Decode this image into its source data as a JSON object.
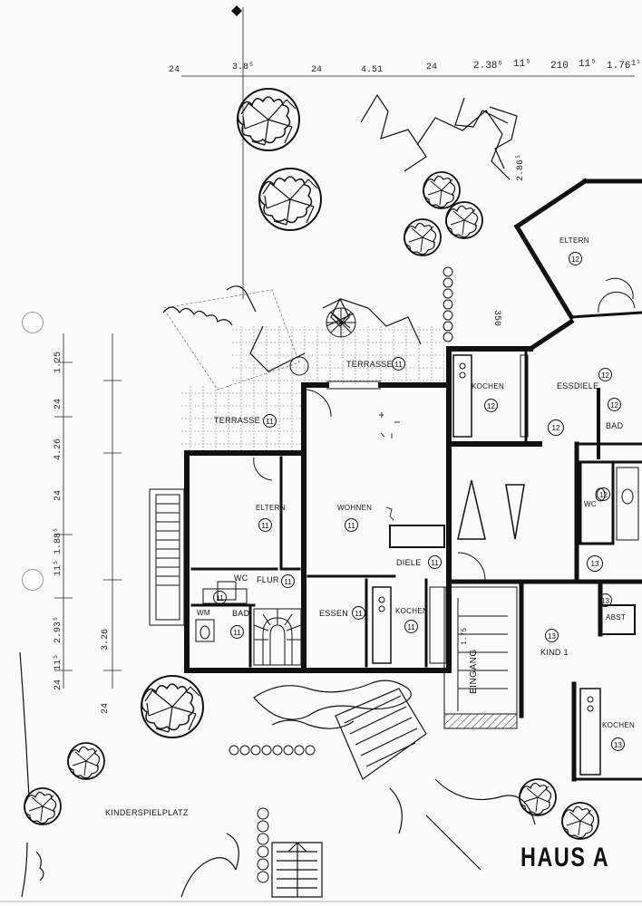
{
  "plan": {
    "title": "HAUS  A",
    "rooms": {
      "eltern_left": {
        "name": "ELTERN",
        "unit": "11"
      },
      "wohnen": {
        "name": "WOHNEN",
        "unit": "11"
      },
      "flur": {
        "name": "FLUR",
        "unit": "11"
      },
      "wc_left": {
        "name": "WC",
        "unit": "11"
      },
      "bad_left": {
        "name": "BAD",
        "unit": "11"
      },
      "wm_left": {
        "name": "WM"
      },
      "essen": {
        "name": "ESSEN",
        "unit": "11"
      },
      "kochen_11": {
        "name": "KOCHEN",
        "unit": "11"
      },
      "diele_11": {
        "name": "DIELE",
        "unit": "11"
      },
      "terrasse_left": {
        "name": "TERRASSE",
        "unit": "11"
      },
      "terrasse_top": {
        "name": "TERRASSE",
        "unit": "11"
      },
      "kochen_12": {
        "name": "KOCHEN",
        "unit": "12"
      },
      "essdiele": {
        "name": "ESSDIELE",
        "unit": "12"
      },
      "eltern_right": {
        "name": "ELTERN",
        "unit": "12"
      },
      "bad_12": {
        "name": "BAD",
        "unit": "12"
      },
      "unit_12": {
        "unit": "12"
      },
      "wc_12": {
        "name": "WC",
        "unit": "12"
      },
      "unit_13_hall": {
        "unit": "13"
      },
      "unit_13_small": {
        "unit": "13"
      },
      "kind": {
        "name": "KIND 1",
        "unit": "13"
      },
      "abst": {
        "name": "ABST"
      },
      "kochen_13": {
        "name": "KOCHEN",
        "unit": "13"
      },
      "eingang": {
        "name": "EINGANG"
      },
      "kinderspielplatz": {
        "name": "KINDERSPIELPLATZ"
      }
    },
    "dims_top": [
      "24",
      "3.8⁵",
      "24",
      "4.51",
      "24",
      "2.38⁵",
      "11⁵",
      "210",
      "11⁵",
      "1.76",
      "1¹"
    ],
    "dims_left": [
      "1.25",
      "24",
      "4.26",
      "24",
      "1.88⁵",
      "11⁵",
      "2.93⁵",
      "11⁵",
      "24",
      "3.26",
      "24"
    ],
    "dim_diag_top": "2.86⁵",
    "dim_diag_mid": "350",
    "dim_stair": "1.75"
  }
}
